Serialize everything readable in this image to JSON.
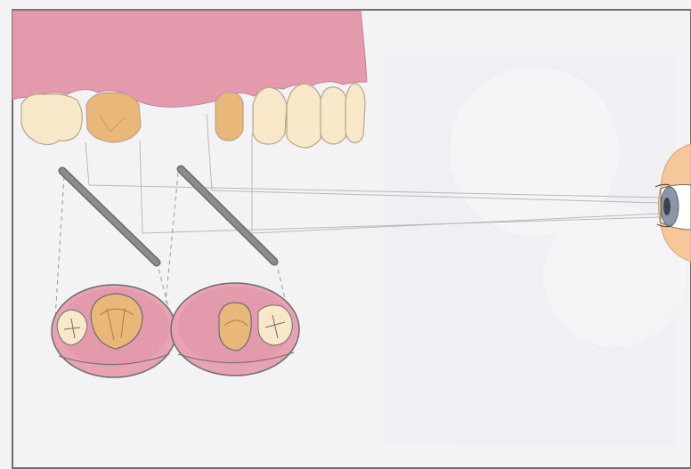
{
  "figure": {
    "colors": {
      "background": "#f3f3f5",
      "frame": "#6e6e6e",
      "gum": "#e39aac",
      "gum_dark": "#c97f92",
      "tooth": "#f6e8c9",
      "tooth_prep": "#e9b778",
      "tooth_outline": "#b8a58a",
      "mirror": "#8c8c8c",
      "eye_skin": "#f5c79a",
      "iris": "#8a97a8",
      "guide_line": "#b9b9b9"
    },
    "icons": [
      "dental-arch",
      "prepared-teeth",
      "dental-mirror",
      "mirror-reflection",
      "observer-eye"
    ]
  }
}
